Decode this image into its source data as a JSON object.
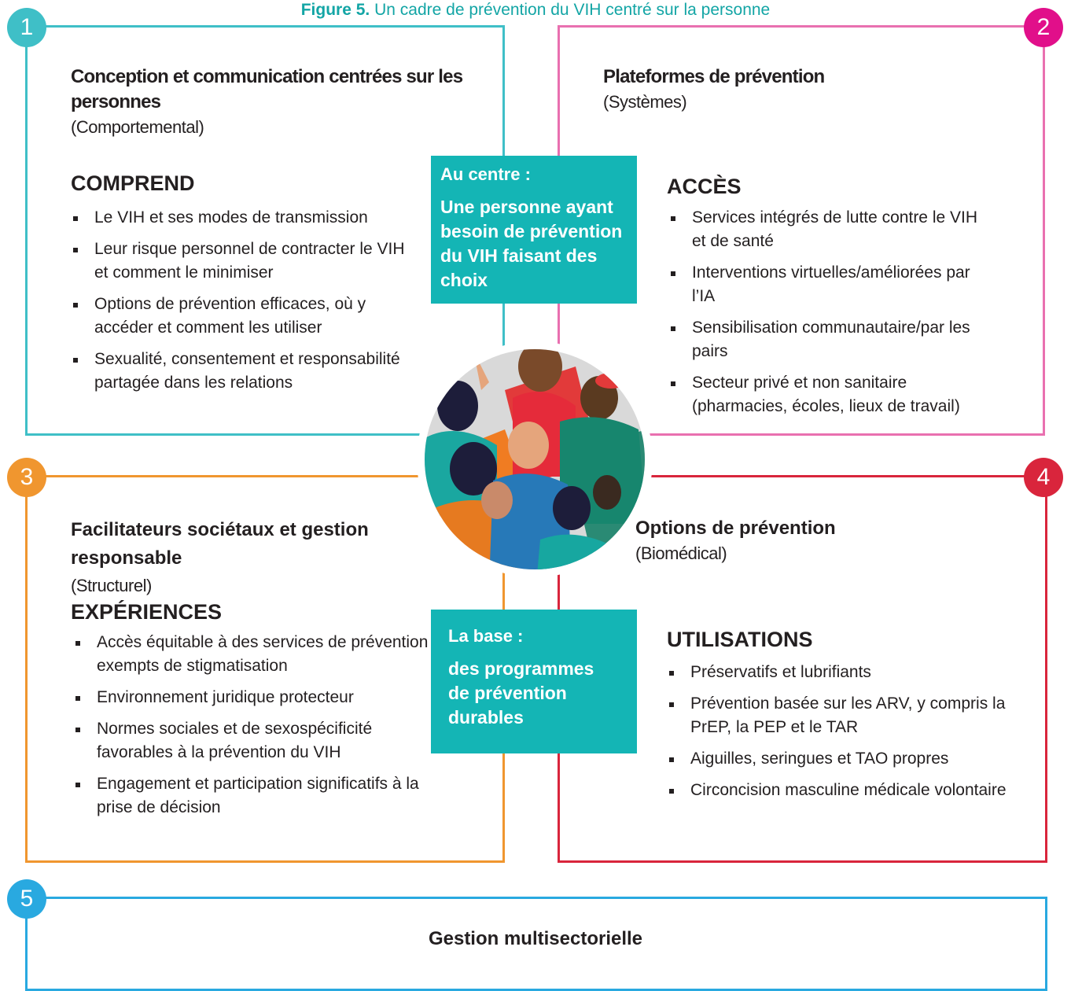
{
  "caption": {
    "label": "Figure 5.",
    "text": "Un cadre de prévention du VIH centré sur la personne"
  },
  "colors": {
    "teal": "#3fbfc7",
    "pink": "#e970b0",
    "orange": "#f0962f",
    "red": "#d9253c",
    "blue": "#29a9e0",
    "center_box": "#14b5b5"
  },
  "panel1": {
    "number": "1",
    "title": "Conception et communication centrées sur les personnes",
    "subtitle": "(Comportemental)",
    "heading": "COMPREND",
    "items": [
      "Le VIH et ses modes de transmission",
      "Leur risque personnel de contracter le VIH et comment le minimiser",
      "Options de prévention efficaces, où y accéder et comment les utiliser",
      "Sexualité, consentement et responsabilité partagée dans les relations"
    ]
  },
  "panel2": {
    "number": "2",
    "title": "Plateformes de prévention",
    "subtitle": "(Systèmes)",
    "heading": "ACCÈS",
    "items": [
      "Services intégrés de lutte contre le VIH et de santé",
      "Interventions virtuelles/améliorées par l’IA",
      "Sensibilisation communautaire/par les pairs",
      "Secteur privé et non sanitaire (pharmacies, écoles, lieux de travail)"
    ]
  },
  "panel3": {
    "number": "3",
    "title": "Facilitateurs sociétaux et gestion responsable",
    "subtitle": "(Structurel)",
    "heading": "EXPÉRIENCES",
    "items": [
      "Accès équitable à des services de prévention exempts de stigmatisation",
      "Environnement juridique protecteur",
      "Normes sociales et de sexospécificité favorables à la prévention du VIH",
      "Engagement et participation significatifs à la prise de décision"
    ]
  },
  "panel4": {
    "number": "4",
    "title": "Options de prévention",
    "subtitle": "(Biomédical)",
    "heading": "UTILISATIONS",
    "items": [
      "Préservatifs et lubrifiants",
      "Prévention basée sur les ARV, y compris la PrEP, la PEP et le TAR",
      "Aiguilles, seringues et TAO propres",
      "Circoncision masculine médicale volontaire"
    ]
  },
  "panel5": {
    "number": "5",
    "title": "Gestion multisectorielle"
  },
  "center_top": {
    "lead": "Au centre :",
    "body": "Une personne ayant besoin de prévention du VIH faisant des choix"
  },
  "center_bottom": {
    "lead": "La base :",
    "body": "des programmes de prévention durables"
  },
  "illustration": {
    "icon": "crowd-illustration"
  }
}
